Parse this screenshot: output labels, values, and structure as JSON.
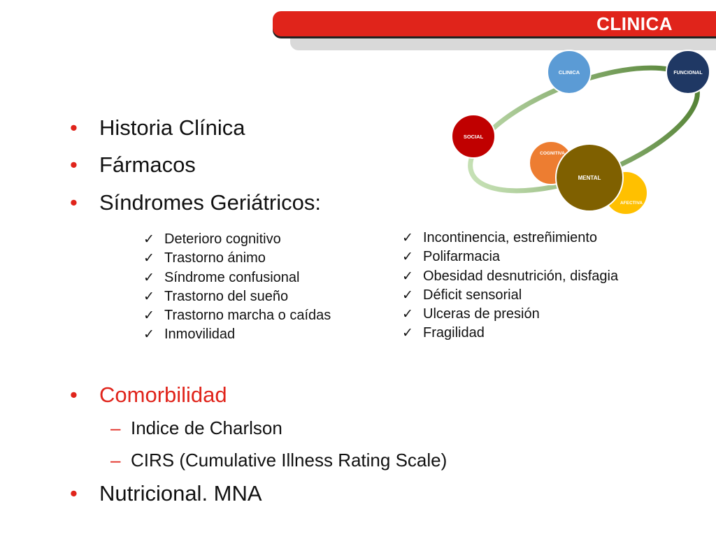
{
  "header": {
    "title": "CLINICA"
  },
  "diagram": {
    "nodes": {
      "clinica": "CLINICA",
      "funcional": "FUNCIONAL",
      "social": "SOCIAL",
      "cognitiva": "COGNITIVA",
      "mental": "MENTAL",
      "afectiva": "AFECTIVA"
    }
  },
  "bullets": {
    "historia": "Historia Clínica",
    "farmacos": "Fármacos",
    "sindromes": "Síndromes Geriátricos:",
    "comorbilidad": "Comorbilidad",
    "nutricional": "Nutricional. MNA"
  },
  "checklist_left": [
    "Deterioro cognitivo",
    "Trastorno ánimo",
    "Síndrome confusional",
    "Trastorno del sueño",
    "Trastorno marcha o caídas",
    "Inmovilidad"
  ],
  "checklist_right": [
    "Incontinencia, estreñimiento",
    "Polifarmacia",
    "Obesidad desnutrición, disfagia",
    "Déficit sensorial",
    "Ulceras de presión",
    "Fragilidad"
  ],
  "comorbilidad_items": [
    "Indice de Charlson",
    "CIRS (Cumulative Illness Rating Scale)"
  ],
  "colors": {
    "accent_red": "#e0241b",
    "comorbilidad_text": "#e0241b",
    "node_clinica": "#5b9bd5",
    "node_funcional": "#1f3864",
    "node_social": "#c00000",
    "node_cognitiva": "#ed7d31",
    "node_mental": "#7f6000",
    "node_afectiva": "#ffc000",
    "ring_gradient": [
      "#c5e0b4",
      "#548235"
    ]
  }
}
